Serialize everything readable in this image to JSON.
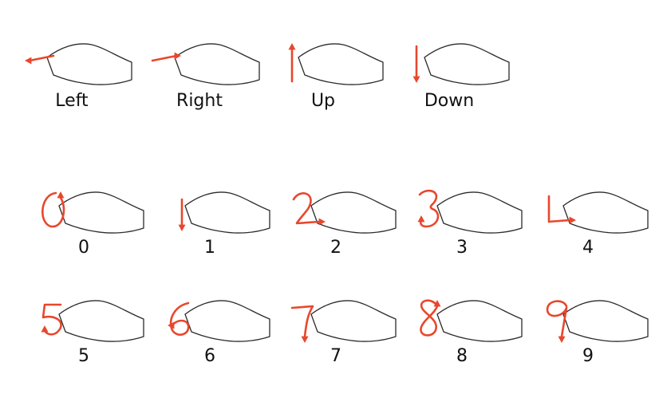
{
  "gestures": {
    "directions": [
      {
        "id": "left",
        "label": "Left"
      },
      {
        "id": "right",
        "label": "Right"
      },
      {
        "id": "up",
        "label": "Up"
      },
      {
        "id": "down",
        "label": "Down"
      }
    ],
    "digits_row1": [
      {
        "id": "digit-0",
        "label": "0"
      },
      {
        "id": "digit-1",
        "label": "1"
      },
      {
        "id": "digit-2",
        "label": "2"
      },
      {
        "id": "digit-3",
        "label": "3"
      },
      {
        "id": "digit-4",
        "label": "4"
      }
    ],
    "digits_row2": [
      {
        "id": "digit-5",
        "label": "5"
      },
      {
        "id": "digit-6",
        "label": "6"
      },
      {
        "id": "digit-7",
        "label": "7"
      },
      {
        "id": "digit-8",
        "label": "8"
      },
      {
        "id": "digit-9",
        "label": "9"
      }
    ]
  },
  "colors": {
    "stroke_accent": "#e8472c",
    "outline": "#2b2b2b",
    "ring": "#9a9a9a"
  }
}
